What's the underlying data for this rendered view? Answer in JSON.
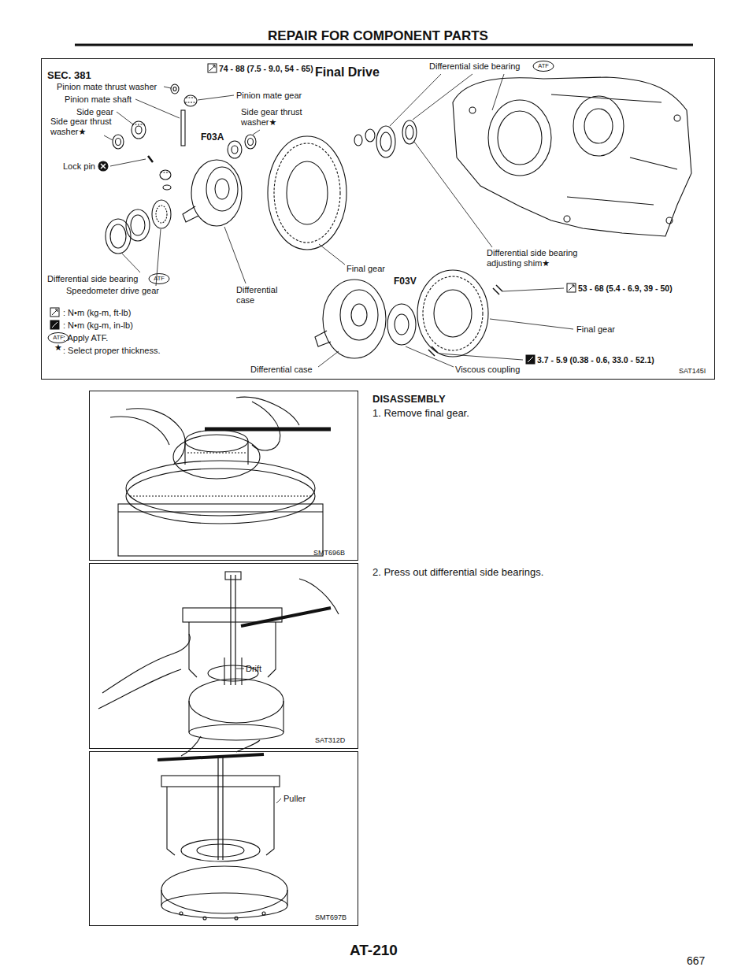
{
  "diagram": {
    "title": "REPAIR FOR COMPONENT PARTS",
    "nodes": [
      {
        "text": [
          "SEC. 381",
          "74 - 88 (7.5 - 9.0, 54 - 65)",
          "Pinion mate thrust washer",
          "Pinion mate shaft",
          "Side gear",
          "Side gear thrust washer★",
          "Pinion mate gear",
          "Side gear thrust washer★",
          "F03A",
          "Lock pin",
          "Differential side bearing",
          "ATF",
          "Speedometer drive gear",
          "Differential side bearing",
          "ATF",
          "Final gear",
          "F03V",
          "Differential side bearing adjusting shim★",
          "53 - 68 (5.4 - 6.9, 39 - 50)",
          "Differential case",
          "Final gear",
          "3.7 - 5.9 (0.38 - 0.6, 33.0 - 52.1)",
          "Viscous coupling",
          "Differential case",
          "SAT145I"
        ]
      },
      {
        "text": [
          "SMT696B"
        ]
      },
      {
        "text": [
          "Drift",
          "SAT312D"
        ]
      },
      {
        "text": [
          "Puller",
          "SMT697B"
        ]
      }
    ],
    "labels": [
      "Final Drive",
      "DISASSEMBLY",
      "1. Remove final gear.",
      "2. Press out differential side bearings.",
      "ATF",
      "★",
      "AT-210",
      "667"
    ],
    "legend": [
      {
        "text": ": N•m (kg-m, ft-lb)"
      },
      {
        "text": ": N•m (kg-m, in-lb)"
      },
      {
        "text": ": Apply ATF."
      },
      {
        "text": ": Select proper thickness."
      }
    ]
  }
}
